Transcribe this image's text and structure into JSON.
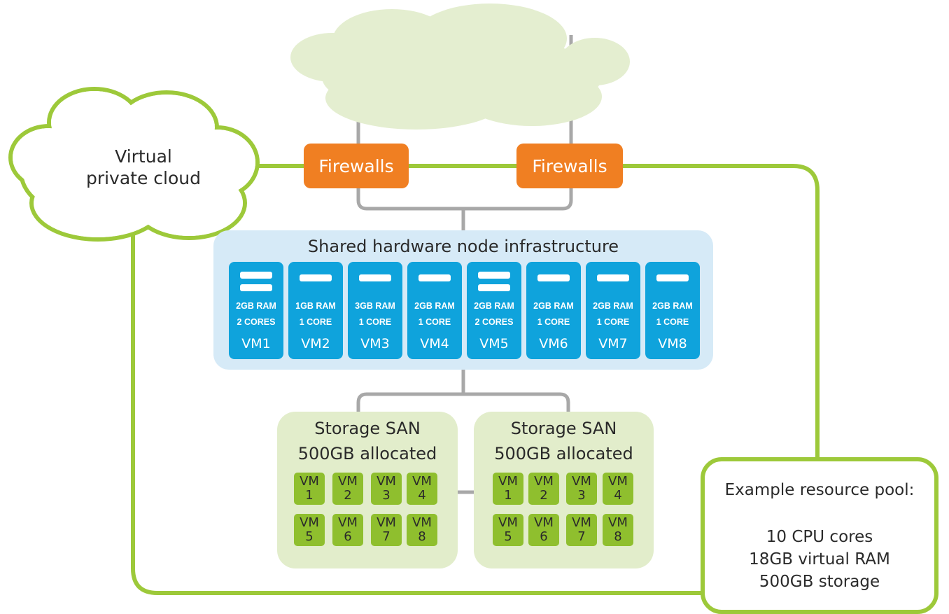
{
  "virtual_private_cloud": {
    "line1": "Virtual",
    "line2": "private cloud"
  },
  "firewalls": [
    "Firewalls",
    "Firewalls"
  ],
  "shared_infrastructure": {
    "title": "Shared hardware node infrastructure",
    "vms": [
      {
        "name": "VM1",
        "ram": "2GB RAM",
        "cores": "2 CORES"
      },
      {
        "name": "VM2",
        "ram": "1GB RAM",
        "cores": "1 CORE"
      },
      {
        "name": "VM3",
        "ram": "3GB RAM",
        "cores": "1 CORE"
      },
      {
        "name": "VM4",
        "ram": "2GB RAM",
        "cores": "1 CORE"
      },
      {
        "name": "VM5",
        "ram": "2GB RAM",
        "cores": "2 CORES"
      },
      {
        "name": "VM6",
        "ram": "2GB RAM",
        "cores": "1 CORE"
      },
      {
        "name": "VM7",
        "ram": "2GB RAM",
        "cores": "1 CORE"
      },
      {
        "name": "VM8",
        "ram": "2GB RAM",
        "cores": "1 CORE"
      }
    ]
  },
  "storage": [
    {
      "title": "Storage SAN",
      "subtitle": "500GB allocated",
      "vms": [
        [
          "VM",
          "1"
        ],
        [
          "VM",
          "2"
        ],
        [
          "VM",
          "3"
        ],
        [
          "VM",
          "4"
        ],
        [
          "VM",
          "5"
        ],
        [
          "VM",
          "6"
        ],
        [
          "VM",
          "7"
        ],
        [
          "VM",
          "8"
        ]
      ]
    },
    {
      "title": "Storage SAN",
      "subtitle": "500GB allocated",
      "vms": [
        [
          "VM",
          "1"
        ],
        [
          "VM",
          "2"
        ],
        [
          "VM",
          "3"
        ],
        [
          "VM",
          "4"
        ],
        [
          "VM",
          "5"
        ],
        [
          "VM",
          "6"
        ],
        [
          "VM",
          "7"
        ],
        [
          "VM",
          "8"
        ]
      ]
    }
  ],
  "resource_pool": {
    "title": "Example resource pool:",
    "cpu": "10 CPU cores",
    "ram": "18GB virtual RAM",
    "storage": "500GB storage"
  },
  "colors": {
    "firewall": "#f07f22",
    "vm_card": "#0fa3dc",
    "shared_bg": "#d6eaf7",
    "san_bg": "#e2edcb",
    "mini_vm": "#8fbf2e",
    "green_line": "#9dc93a",
    "grey_line": "#a8a8a8",
    "internet_cloud": "#e4eed0"
  }
}
